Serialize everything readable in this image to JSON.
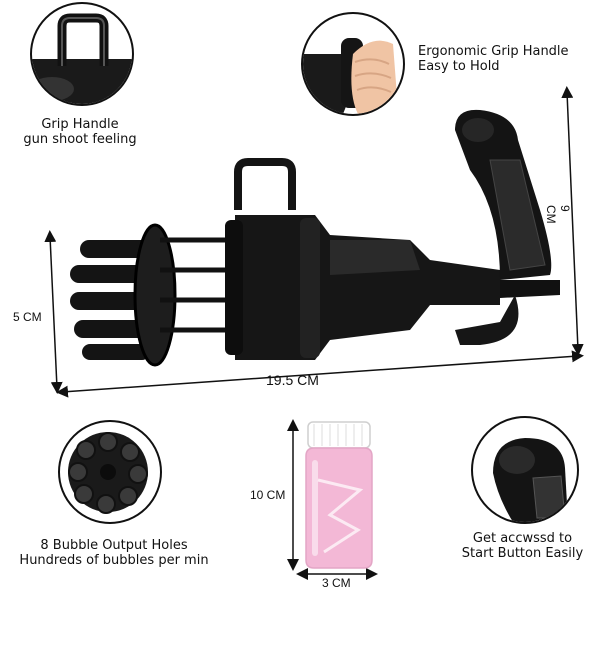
{
  "features": {
    "grip_handle": {
      "line1": "Grip Handle",
      "line2": "gun shoot feeling"
    },
    "ergonomic": {
      "line1": "Ergonomic Grip Handle",
      "line2": "Easy to Hold"
    },
    "output_holes": {
      "line1": "8 Bubble Output Holes",
      "line2": "Hundreds of bubbles per min"
    },
    "start_button": {
      "line1": "Get accwssd to",
      "line2": "Start Button Easily"
    }
  },
  "dimensions": {
    "gun_height": "5 CM",
    "gun_length": "19.5 CM",
    "grip_height": "9 CM",
    "bottle_height": "10 CM",
    "bottle_width": "3 CM"
  },
  "colors": {
    "product": "#141414",
    "bottle_liquid": "#f3b8d6",
    "bottle_cap": "#ffffff"
  }
}
